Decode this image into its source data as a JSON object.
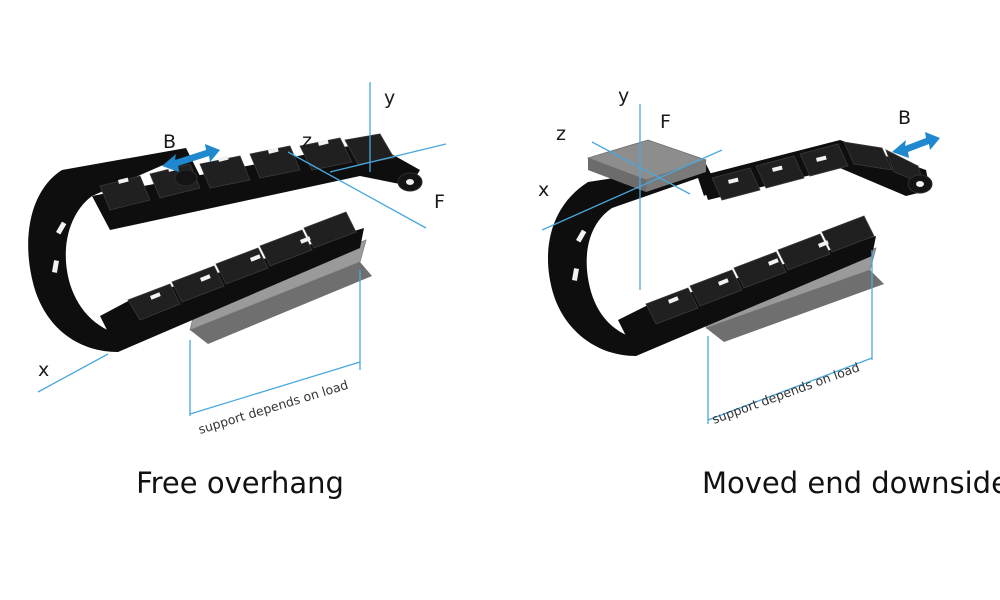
{
  "colors": {
    "guide_lines": "#4aa7dd",
    "arrow_b": "#1f88cf",
    "chain": "#141414",
    "support": "#9a9a9a"
  },
  "icons": {
    "b_arrow": "double-headed-arrow-icon"
  },
  "left": {
    "caption": "Free overhang",
    "labels": {
      "x": "x",
      "y": "y",
      "z": "z",
      "f": "F",
      "b": "B"
    },
    "support_label": "support depends on load"
  },
  "right": {
    "caption": "Moved end downside",
    "labels": {
      "x": "x",
      "y": "y",
      "z": "z",
      "f": "F",
      "b": "B"
    },
    "support_label": "support depends on load"
  }
}
